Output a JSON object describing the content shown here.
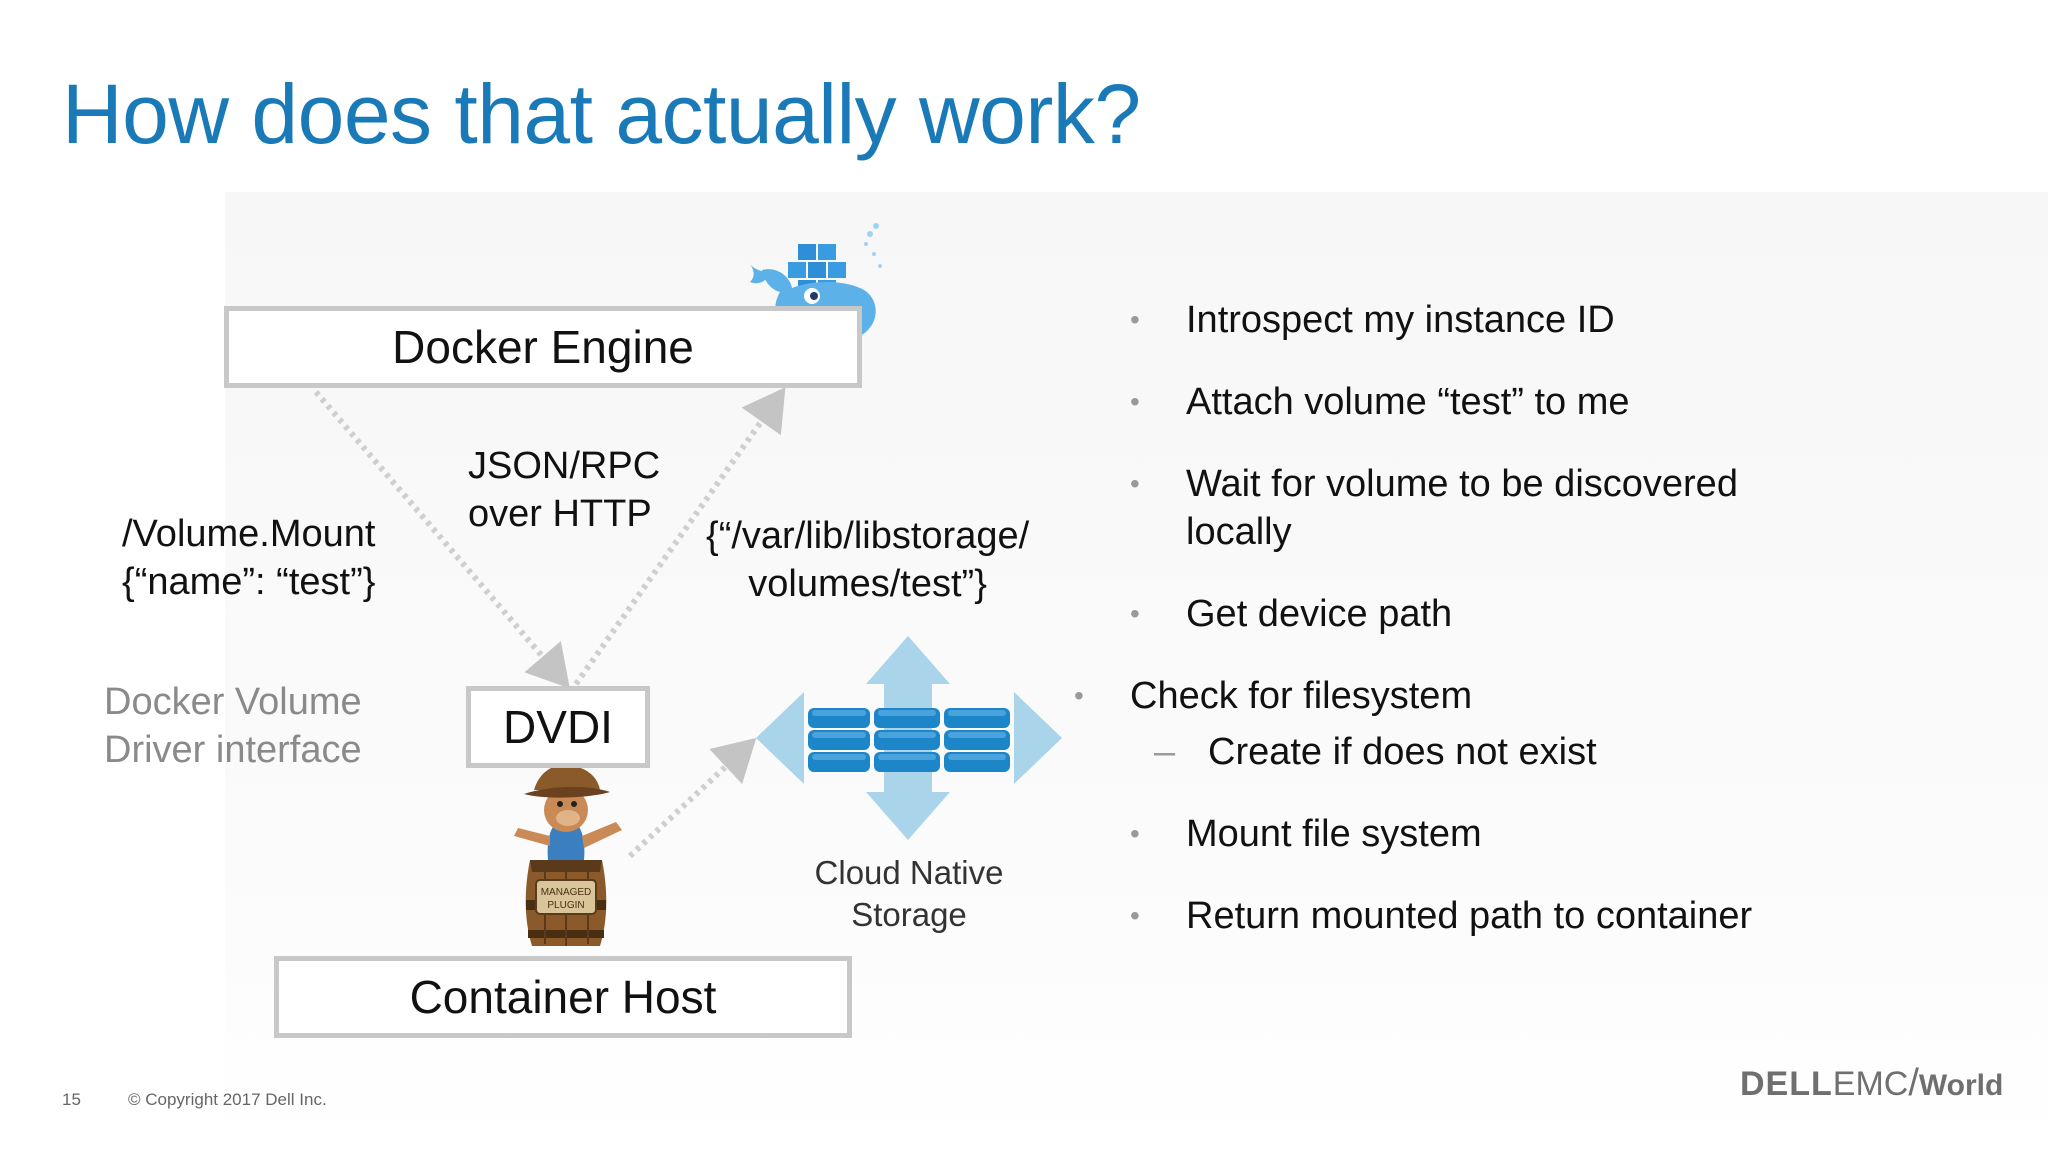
{
  "slide": {
    "title": "How does that actually work?",
    "page_number": "15",
    "copyright": "© Copyright 2017 Dell Inc."
  },
  "diagram": {
    "docker_engine": "Docker Engine",
    "dvdi": "DVDI",
    "container_host": "Container Host",
    "request_line1": "/Volume.Mount",
    "request_line2": "{“name”: “test”}",
    "protocol_line1": "JSON/RPC",
    "protocol_line2": "over HTTP",
    "response_line1": "{“/var/lib/libstorage/",
    "response_line2": "volumes/test”}",
    "dvdi_caption_line1": "Docker Volume",
    "dvdi_caption_line2": "Driver interface",
    "storage_line1": "Cloud Native",
    "storage_line2": "Storage",
    "barrel_line1": "MANAGED",
    "barrel_line2": "PLUGIN"
  },
  "bullets": [
    {
      "text": "Introspect my instance ID"
    },
    {
      "text": "Attach volume “test” to me"
    },
    {
      "text": "Wait for volume to be discovered locally"
    },
    {
      "text": "Get device path"
    },
    {
      "text": "Check for filesystem",
      "sub": "Create if does not exist"
    },
    {
      "text": "Mount file system"
    },
    {
      "text": "Return mounted path to container"
    }
  ],
  "logo": {
    "dell": "DELL",
    "emc": "EMC",
    "world": "World"
  },
  "colors": {
    "title": "#1a7ab8",
    "box_border": "#c8c8c8",
    "arrow": "#cfcfcf",
    "storage_arrows": "#a9d4ea",
    "storage_disks": "#1d86c8",
    "docker_whale": "#5bb1e8"
  },
  "icons": {
    "bullet": "•",
    "sub_bullet": "–"
  }
}
